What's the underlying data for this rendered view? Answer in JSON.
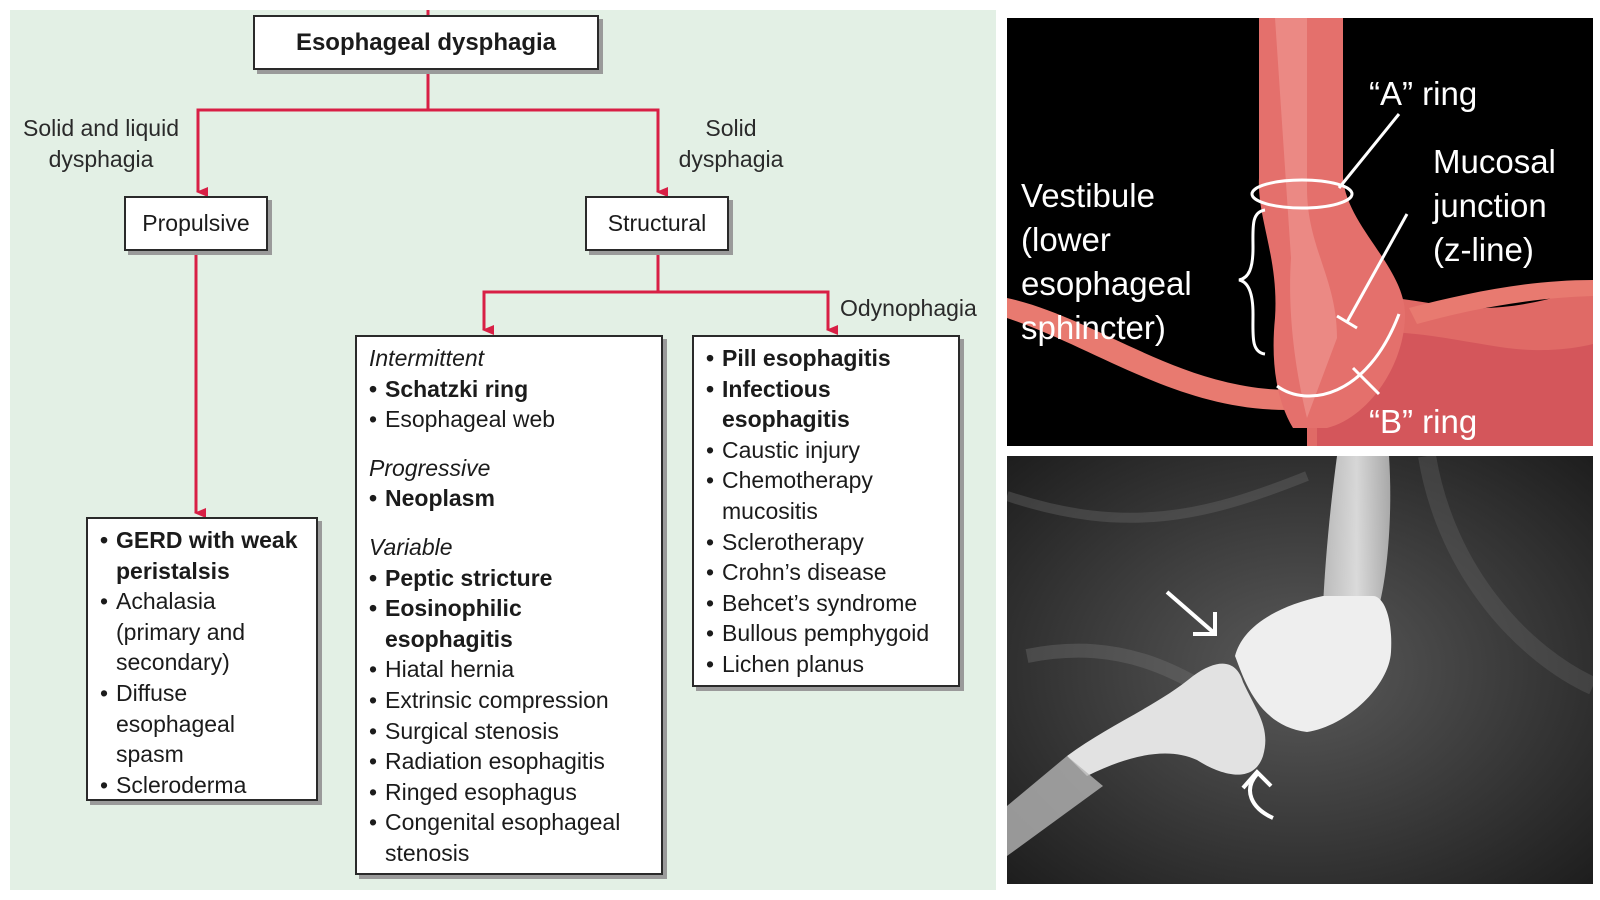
{
  "flowchart": {
    "root": "Esophageal dysphagia",
    "edge_left": [
      "Solid and liquid",
      "dysphagia"
    ],
    "edge_right": [
      "Solid",
      "dysphagia"
    ],
    "edge_odynophagia": "Odynophagia",
    "node_propulsive": "Propulsive",
    "node_structural": "Structural",
    "propulsive_list": [
      {
        "text": [
          "GERD with weak",
          "peristalsis"
        ],
        "bold": true
      },
      {
        "text": [
          "Achalasia",
          "(primary and",
          "secondary)"
        ],
        "bold": false
      },
      {
        "text": [
          "Diffuse",
          "esophageal",
          "spasm"
        ],
        "bold": false
      },
      {
        "text": [
          "Scleroderma"
        ],
        "bold": false
      }
    ],
    "structural_groups": [
      {
        "heading": "Intermittent",
        "items": [
          {
            "text": [
              "Schatzki ring"
            ],
            "bold": true
          },
          {
            "text": [
              "Esophageal web"
            ],
            "bold": false
          }
        ]
      },
      {
        "heading": "Progressive",
        "items": [
          {
            "text": [
              "Neoplasm"
            ],
            "bold": true
          }
        ]
      },
      {
        "heading": "Variable",
        "items": [
          {
            "text": [
              "Peptic stricture"
            ],
            "bold": true
          },
          {
            "text": [
              "Eosinophilic",
              "esophagitis"
            ],
            "bold": true
          },
          {
            "text": [
              "Hiatal hernia"
            ],
            "bold": false
          },
          {
            "text": [
              "Extrinsic compression"
            ],
            "bold": false
          },
          {
            "text": [
              "Surgical stenosis"
            ],
            "bold": false
          },
          {
            "text": [
              "Radiation esophagitis"
            ],
            "bold": false
          },
          {
            "text": [
              "Ringed esophagus"
            ],
            "bold": false
          },
          {
            "text": [
              "Congenital esophageal",
              "stenosis"
            ],
            "bold": false
          }
        ]
      }
    ],
    "odynophagia_list": [
      {
        "text": [
          "Pill esophagitis"
        ],
        "bold": true
      },
      {
        "text": [
          "Infectious",
          "esophagitis"
        ],
        "bold": true
      },
      {
        "text": [
          "Caustic injury"
        ],
        "bold": false
      },
      {
        "text": [
          "Chemotherapy",
          "mucositis"
        ],
        "bold": false
      },
      {
        "text": [
          "Sclerotherapy"
        ],
        "bold": false
      },
      {
        "text": [
          "Crohn’s disease"
        ],
        "bold": false
      },
      {
        "text": [
          "Behcet’s syndrome"
        ],
        "bold": false
      },
      {
        "text": [
          "Bullous pemphygoid"
        ],
        "bold": false
      },
      {
        "text": [
          "Lichen planus"
        ],
        "bold": false
      }
    ]
  },
  "anatomy": {
    "a_ring": "“A” ring",
    "b_ring": "“B” ring",
    "mucosal_junction": [
      "Mucosal",
      "junction",
      "(z-line)"
    ],
    "vestibule": [
      "Vestibule",
      "(lower",
      "esophageal",
      "sphincter)"
    ]
  },
  "colors": {
    "arrow": "#d81f45",
    "panel_bg": "#e3f0e5",
    "tissue": "#e8766f"
  }
}
